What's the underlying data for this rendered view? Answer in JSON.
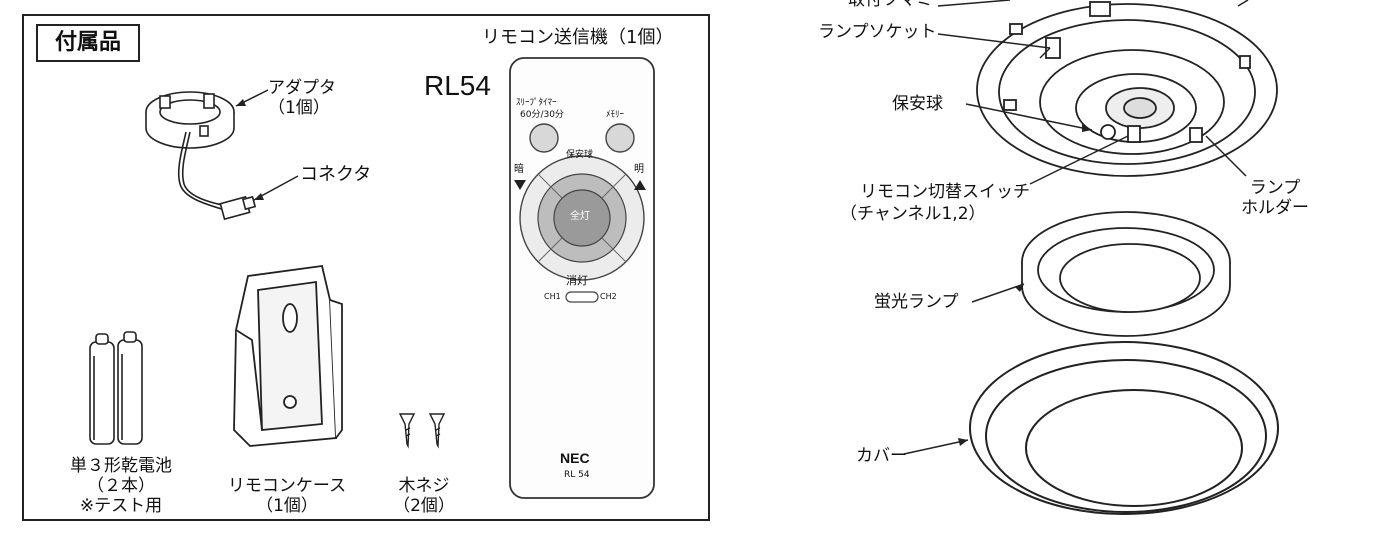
{
  "accessories": {
    "title": "付属品",
    "remote_caption": "リモコン送信機（1個）",
    "model": "RL54",
    "adapter": {
      "name": "アダプタ",
      "count": "（1個）"
    },
    "connector": "コネクタ",
    "batteries": {
      "name": "単３形乾電池",
      "count": "（２本）",
      "note": "※テスト用"
    },
    "remote_case": {
      "name": "リモコンケース",
      "count": "（1個）"
    },
    "wood_screws": {
      "name": "木ネジ",
      "count": "（2個）"
    }
  },
  "remote": {
    "sleep_timer": "ｽﾘｰﾌﾟﾀｲﾏｰ",
    "sleep_minutes": "60分/30分",
    "memory": "ﾒﾓﾘｰ",
    "security": "保安球",
    "dark": "暗",
    "bright": "明",
    "full_light": "全灯",
    "off": "消灯",
    "ch1": "CH1",
    "ch2": "CH2",
    "brand": "NEC",
    "model_small": "RL 54"
  },
  "fixture": {
    "top_cut_label": "取付ツマミ",
    "lamp_socket": "ランプソケット",
    "security_bulb": "保安球",
    "remote_switch": "リモコン切替スイッチ",
    "remote_switch_channels": "（チャンネル1,2）",
    "lamp_holder_1": "ランプ",
    "lamp_holder_2": "ホルダー",
    "fluorescent_lamp": "蛍光ランプ",
    "cover": "カバー"
  }
}
